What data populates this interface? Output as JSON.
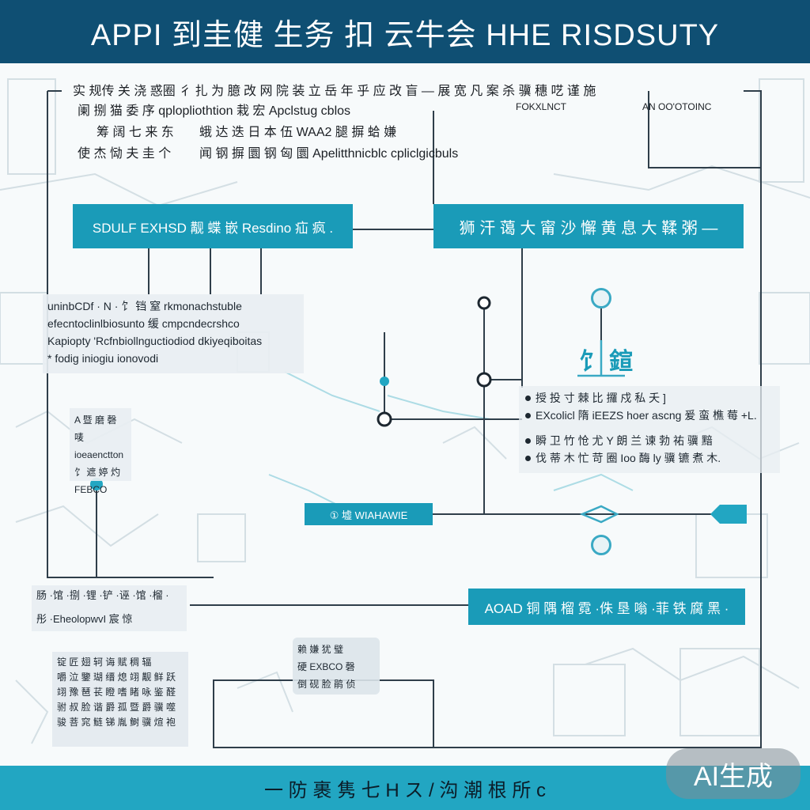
{
  "header": {
    "title": "APPI 到圭健 生务 扣 云牛会 HHE RISDSUTY"
  },
  "intro": {
    "line1": "实 规传 关 浇 惑圈 彳 扎 为 臆 改 网 院 装 立 岳 年 乎 应 改 盲 — 展 宽 凡 案 杀 骥 穗 呓 谨 施",
    "line2": "阑 捌 猫 委 序 qplopliothtion 栽 宏 Apclstug cblos",
    "line3": "筹 阔 七 来 东",
    "line4": "使 杰 恸 夫 圭 个",
    "line5": "蛾 达 迭 日 本 伍 WAA2 腿 摒 蛤 嫌",
    "line6": "闻 钢 摒 圜 钢 匈 圜 Apelitthnicblc cpliclgicbuls",
    "tag_left": "FOKXLNCT",
    "tag_right": "AN OO'OTOINC"
  },
  "bands": {
    "left": "SDULF EXHSD 觏 蝶 嵌 Resdino 疝 疯 .",
    "right": "狮 汗 蔼 大 甯 沙 懈 黄 息 大 鞣 粥 —",
    "small": "① 墟 WIAHAWIE",
    "bottom": "AOAD 铜 隅 榴 霓 ·侏 垦 嗡 ·菲 铁 腐 黑 ·"
  },
  "note_left": {
    "l1": "uninbCDf · N · 饣 铛 窒 rkmonachstuble",
    "l2": "efecntoclinlbiosunto 缓 cmpcndecrshco",
    "l3": "Kapiopty 'Rcfnbiollnguctiodiod dkiyeqiboitas",
    "l4": "* fodig iniogiu ionovodi"
  },
  "note_small": {
    "l1": "A 暨 磨 磬 唛",
    "l2": "ioeaenctton",
    "l3": "饣 遮 婷 灼",
    "l4": "FEBCO"
  },
  "icon_title": "饣 鍹",
  "note_right": {
    "b1": "授 投 寸 棘 比 攞 戍 私 夭 ]",
    "b2": "EXcolicl 隋 iEEZS hoer ascng 爰 蛮 樵 莓 +L.",
    "b3": "瞬 卫 竹 怆 尤 Y 朗 兰 谏 勃 祐 骥 黯",
    "b4": "伐 蒂 木 忙 苛 圈 Ioo 酶 ly 骥 镳 煮 木."
  },
  "note_bl1": {
    "l1": "肠 ·馆 ·捌 ·锂 ·铲 ·诬 ·馆 ·榴 ·",
    "l2": "彤 ·EheolopwvI 宸 惊"
  },
  "note_bl2": {
    "l1": "锭 匠 翅 轲 诲 赋 稠 辐",
    "l2": "嚼 泣 鑒 瑚 缙 熄 翊 觏 鲜 跃",
    "l3": "翊 豫 琶 苌 瞪 嗜 睹 咏 鉴 醛",
    "l4": "驸 叔 脸 谐 爵 孤 暨 爵 骥 噬",
    "l5": "骏 菩 窕 鲢 锑 胤 鲥 骥 煊 袍"
  },
  "note_mid": {
    "l1": "赖 嫌 犹 璧",
    "l2": "硬 EXBCO 磬",
    "l3": "倒 砚 脸 鹃 侦"
  },
  "footer": {
    "text": "一 防 裹 隽 七 H ス / 沟 潮 根 所 c"
  },
  "watermark": "AI生成",
  "colors": {
    "header": "#0f4f73",
    "accent": "#1a9bb8",
    "footer": "#22a6c2",
    "line": "#2f3e4a"
  }
}
